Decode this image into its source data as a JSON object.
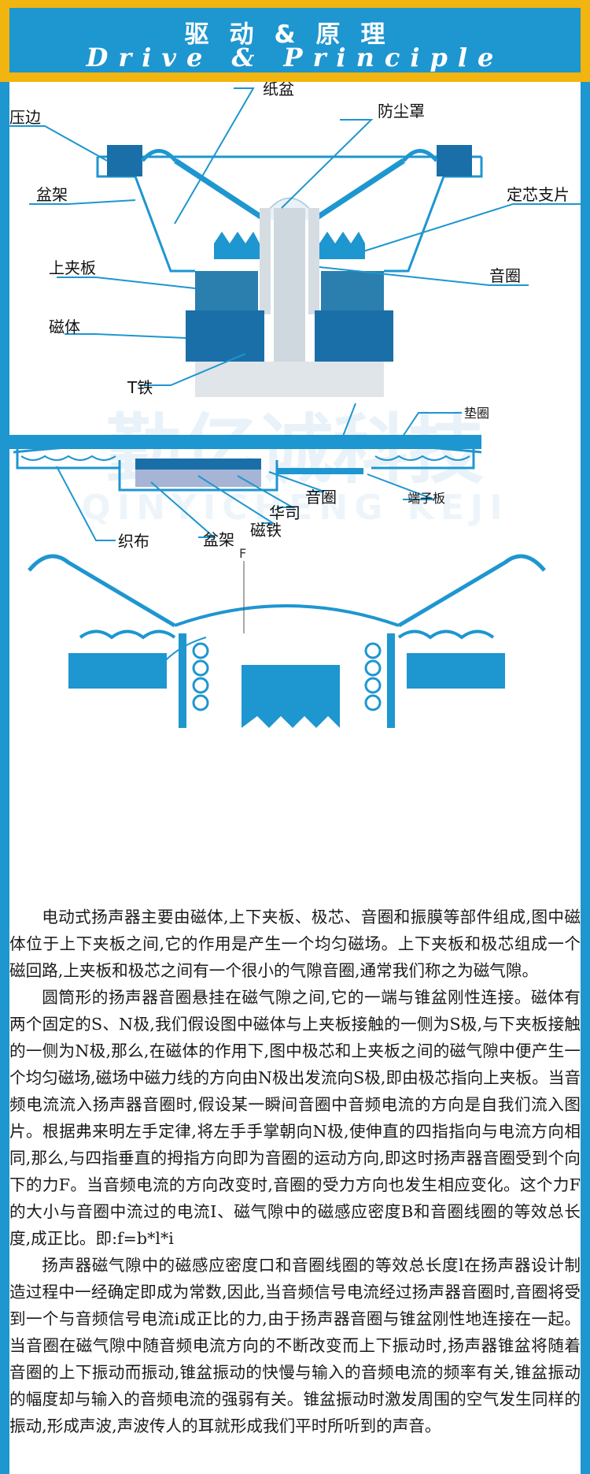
{
  "header": {
    "title_cn": "驱动&原理",
    "title_en": "Drive & Principle"
  },
  "watermark": {
    "brand": "勤亿诚科技",
    "pinyin": "QINYICHENG KEJI"
  },
  "diagram1": {
    "labels": {
      "paper_cone": "纸盆",
      "surround": "压边",
      "dust_cap": "防尘罩",
      "basket": "盆架",
      "spider": "定芯支片",
      "top_plate": "上夹板",
      "voice_coil": "音圈",
      "magnet": "磁体",
      "t_yoke": "T铁"
    }
  },
  "diagram2": {
    "labels": {
      "gasket": "垫圈",
      "terminal_board": "端子板",
      "voice_coil": "音圈",
      "washer": "华司",
      "magnet": "磁铁",
      "basket": "盆架",
      "fabric": "织布"
    }
  },
  "diagram3": {
    "force_label": "F"
  },
  "body": {
    "paragraphs": [
      "电动式扬声器主要由磁体,上下夹板、极芯、音圈和振膜等部件组成,图中磁体位于上下夹板之间,它的作用是产生一个均匀磁场。上下夹板和极芯组成一个磁回路,上夹板和极芯之间有一个很小的气隙音圈,通常我们称之为磁气隙。",
      "圆筒形的扬声器音圈悬挂在磁气隙之间,它的一端与锥盆刚性连接。磁体有两个固定的S、N极,我们假设图中磁体与上夹板接触的一侧为S极,与下夹板接触的一侧为N极,那么,在磁体的作用下,图中极芯和上夹板之间的磁气隙中便产生一个均匀磁场,磁场中磁力线的方向由N极出发流向S极,即由极芯指向上夹板。当音频电流流入扬声器音圈时,假设某一瞬间音圈中音频电流的方向是自我们流入图片。根据弗来明左手定律,将左手手掌朝向N极,使伸直的四指指向与电流方向相同,那么,与四指垂直的拇指方向即为音圈的运动方向,即这时扬声器音圈受到个向下的力F。当音频电流的方向改变时,音圈的受力方向也发生相应变化。这个力F的大小与音圈中流过的电流I、磁气隙中的磁感应密度B和音圈线圈的等效总长度,成正比。即:f=b*l*i",
      "扬声器磁气隙中的磁感应密度口和音圈线圈的等效总长度l在扬声器设计制造过程中一经确定即成为常数,因此,当音频信号电流经过扬声器音圈时,音圈将受到一个与音频信号电流i成正比的力,由于扬声器音圈与锥盆刚性地连接在一起。当音圈在磁气隙中随音频电流方向的不断改变而上下振动时,扬声器锥盆将随着音圈的上下振动而振动,锥盆振动的快慢与输入的音频电流的频率有关,锥盆振动的幅度却与输入的音频电流的强弱有关。锥盆振动时激发周围的空气发生同样的振动,形成声波,声波传人的耳就形成我们平时所听到的声音。"
    ]
  },
  "colors": {
    "accent": "#1e96d0",
    "header_border": "#f2b40f",
    "magnet_dark": "#1b6fa8"
  }
}
